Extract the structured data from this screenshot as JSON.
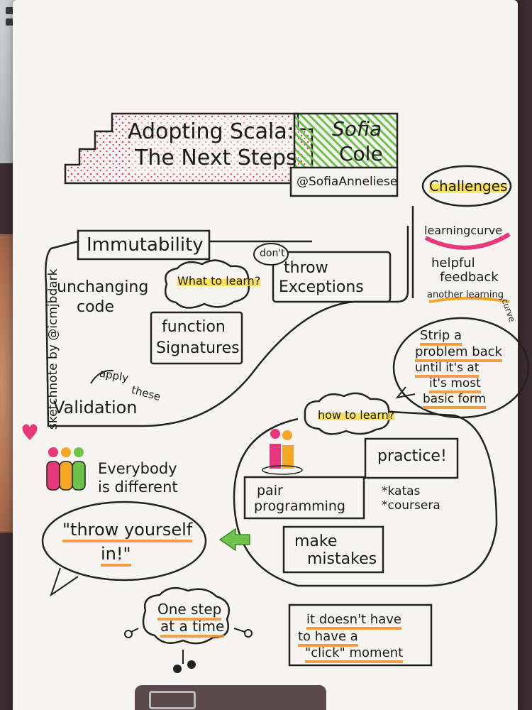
{
  "title": {
    "line1": "Adopting Scala:",
    "line2": "The Next Steps"
  },
  "author": {
    "first": "Sofia",
    "last": "Cole",
    "handle": "@SofiaAnneliese"
  },
  "credit": "sketchnote by @icmjbdark",
  "left": {
    "immutability": "Immutability",
    "unchanging": "unchanging",
    "code": "code",
    "what_to_learn": "What to learn?",
    "dont": "don't",
    "throw": "throw",
    "exceptions": "Exceptions",
    "function": "function",
    "signatures": "Signatures",
    "apply": "apply",
    "these": "these",
    "validation": "Validation"
  },
  "right": {
    "challenges": "Challenges",
    "learning_curve": "learningcurve",
    "helpful": "helpful",
    "feedback": "feedback",
    "another_learning": "another learning",
    "curve": "curve",
    "strip_lines": [
      "Strip a",
      "problem back",
      "until it's at",
      "it's most",
      "basic form"
    ]
  },
  "bottom": {
    "how_to_learn": "how to learn?",
    "everybody": "Everybody",
    "is_different": "is different",
    "pair": "pair",
    "programming": "programming",
    "practice": "practice!",
    "katas": "*katas",
    "coursera": "*coursera",
    "throw_yourself": "\"throw yourself",
    "in": "in!\"",
    "make": "make",
    "mistakes": "mistakes",
    "one_step": "One step",
    "at_a_time": "at a time",
    "click_lines": [
      "it doesn't have",
      "to have a",
      "\"click\" moment"
    ]
  },
  "colors": {
    "pink": "#e8377a",
    "green": "#6cc24a",
    "orange": "#f5a623",
    "yellow": "#ffd93a"
  }
}
